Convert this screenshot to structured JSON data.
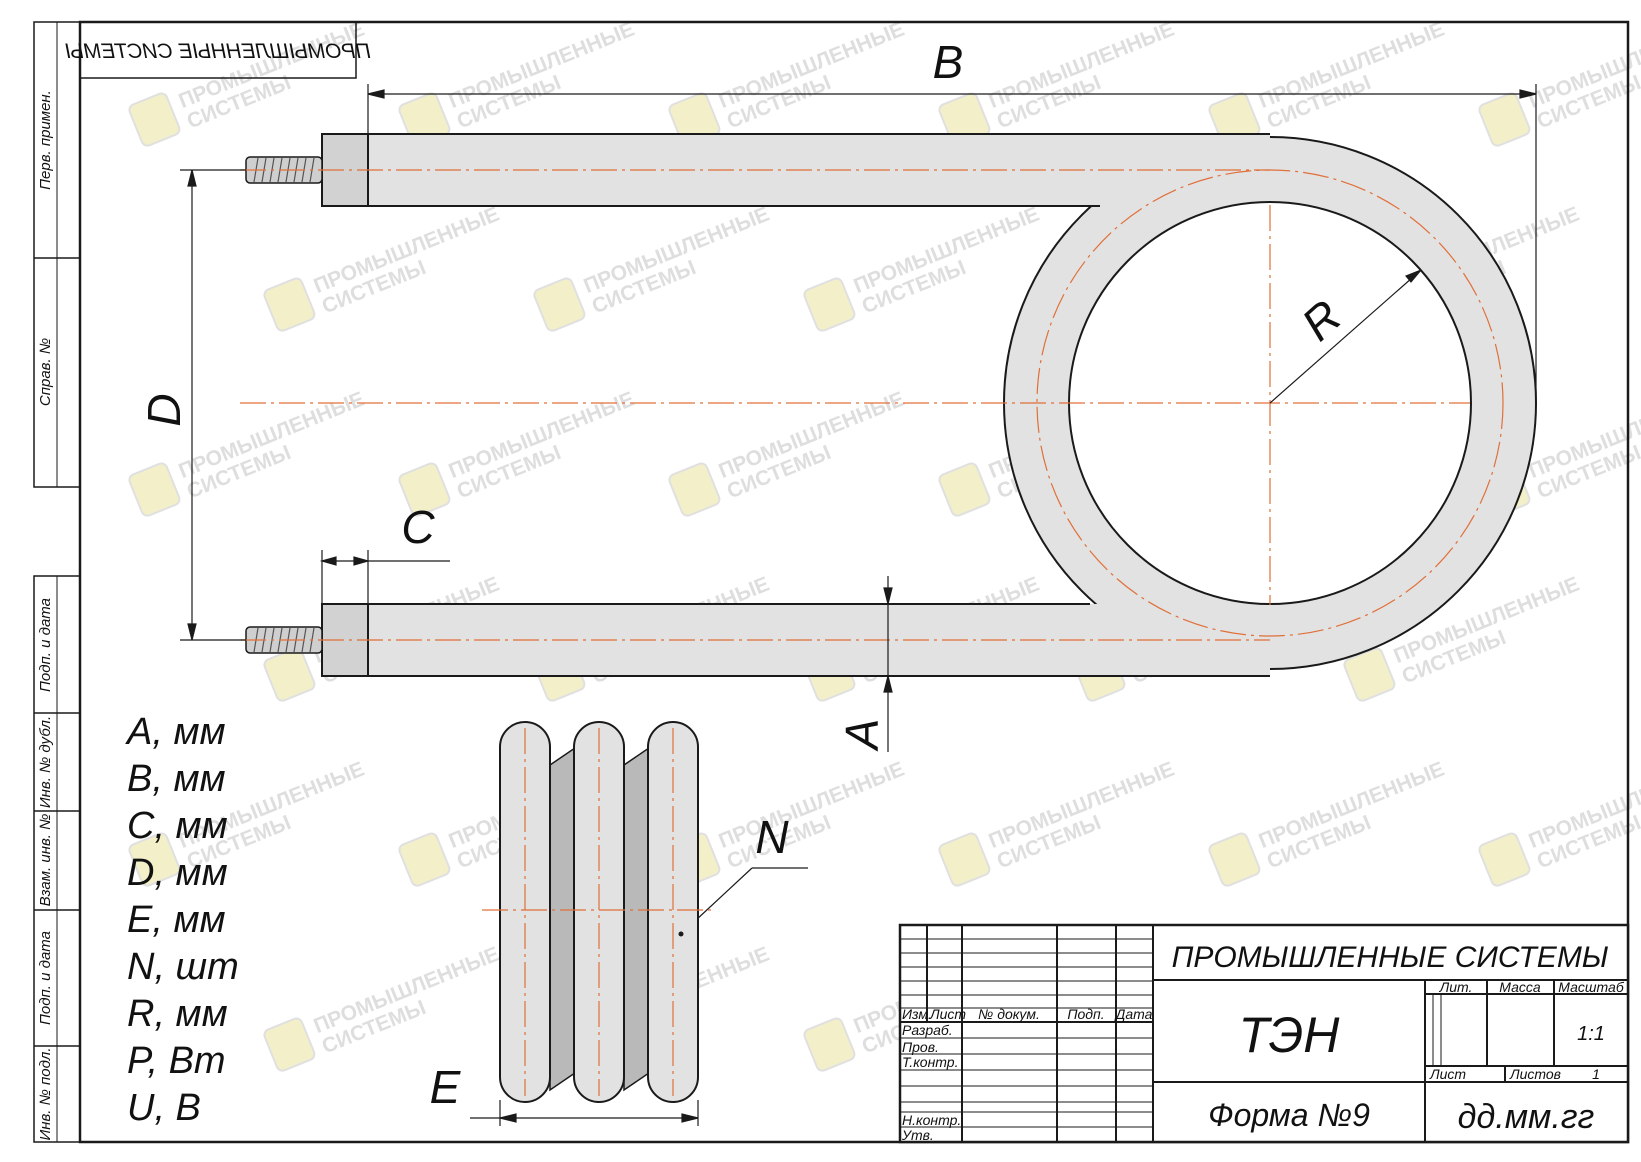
{
  "colors": {
    "line": "#1a1a1a",
    "tube_fill": "#e2e2e2",
    "tube_end_fill": "#d2d2d2",
    "inner_shade": "#b9b9b9",
    "axis_orange": "#e0703a",
    "watermark": "#d6d6d6",
    "watermark_logo": "#f0ecb8"
  },
  "corner_stamp": "ПРОМЫШЛЕННЫЕ СИСТЕМЫ",
  "dimensions": {
    "B": "B",
    "D": "D",
    "C": "C",
    "R": "R",
    "A": "A",
    "N": "N",
    "E": "E"
  },
  "parameters": [
    "A, мм",
    "B, мм",
    "C, мм",
    "D, мм",
    "E, мм",
    "N, шт",
    "R, мм",
    "P, Вт",
    "U, В"
  ],
  "side_stamp": {
    "perv_primen": "Перв. примен.",
    "sprav_no": "Справ. №",
    "podp_i_data_1": "Подп. и дата",
    "inv_no_dubl": "Инв. № дубл.",
    "vzam_inv_no": "Взам. инв. №",
    "podp_i_data_2": "Подп. и дата",
    "inv_no_podl": "Инв. № подл."
  },
  "title_block": {
    "company": "ПРОМЫШЛЕННЫЕ СИСТЕМЫ",
    "product": "ТЭН",
    "form": "Форма №9",
    "designation": "дд.мм.гг",
    "col_headers": {
      "izm": "Изм.",
      "list": "Лист",
      "no_dokum": "№ докум.",
      "podp": "Подп.",
      "data": "Дата"
    },
    "roles": {
      "razrab": "Разраб.",
      "prov": "Пров.",
      "t_kontr": "Т.контр.",
      "n_kontr": "Н.контр.",
      "utv": "Утв."
    },
    "lit": "Лит.",
    "massa": "Масса",
    "masshtab": "Масштаб",
    "scale": "1:1",
    "sheet": "Лист",
    "sheets": "Листов",
    "sheets_count": "1"
  },
  "watermark": {
    "line1": "ПРОМЫШЛЕННЫЕ",
    "line2": "СИСТЕМЫ"
  }
}
